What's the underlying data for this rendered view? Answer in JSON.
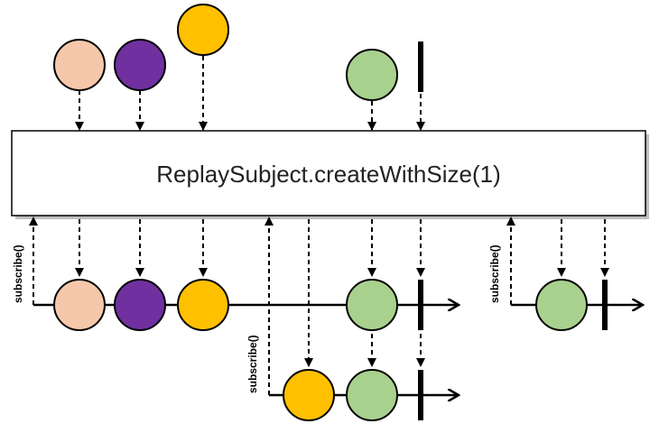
{
  "operator": {
    "label": "ReplaySubject.createWithSize(1)"
  },
  "subscribe_label": "subscribe()",
  "colors": {
    "peach": "#f6c8ab",
    "purple": "#7030a0",
    "yellow": "#ffc000",
    "green": "#a9d18e",
    "stroke": "#000000",
    "box_fill": "#ffffff",
    "box_shadow": "#bfbfbf"
  },
  "source_stream": {
    "items": [
      "peach",
      "purple",
      "yellow",
      "green"
    ],
    "terminal": "completed"
  },
  "subscribers": [
    {
      "items": [
        "peach",
        "purple",
        "yellow",
        "green"
      ],
      "terminal": "completed"
    },
    {
      "items": [
        "yellow",
        "green"
      ],
      "terminal": "completed"
    },
    {
      "items": [
        "green"
      ],
      "terminal": "completed"
    }
  ]
}
